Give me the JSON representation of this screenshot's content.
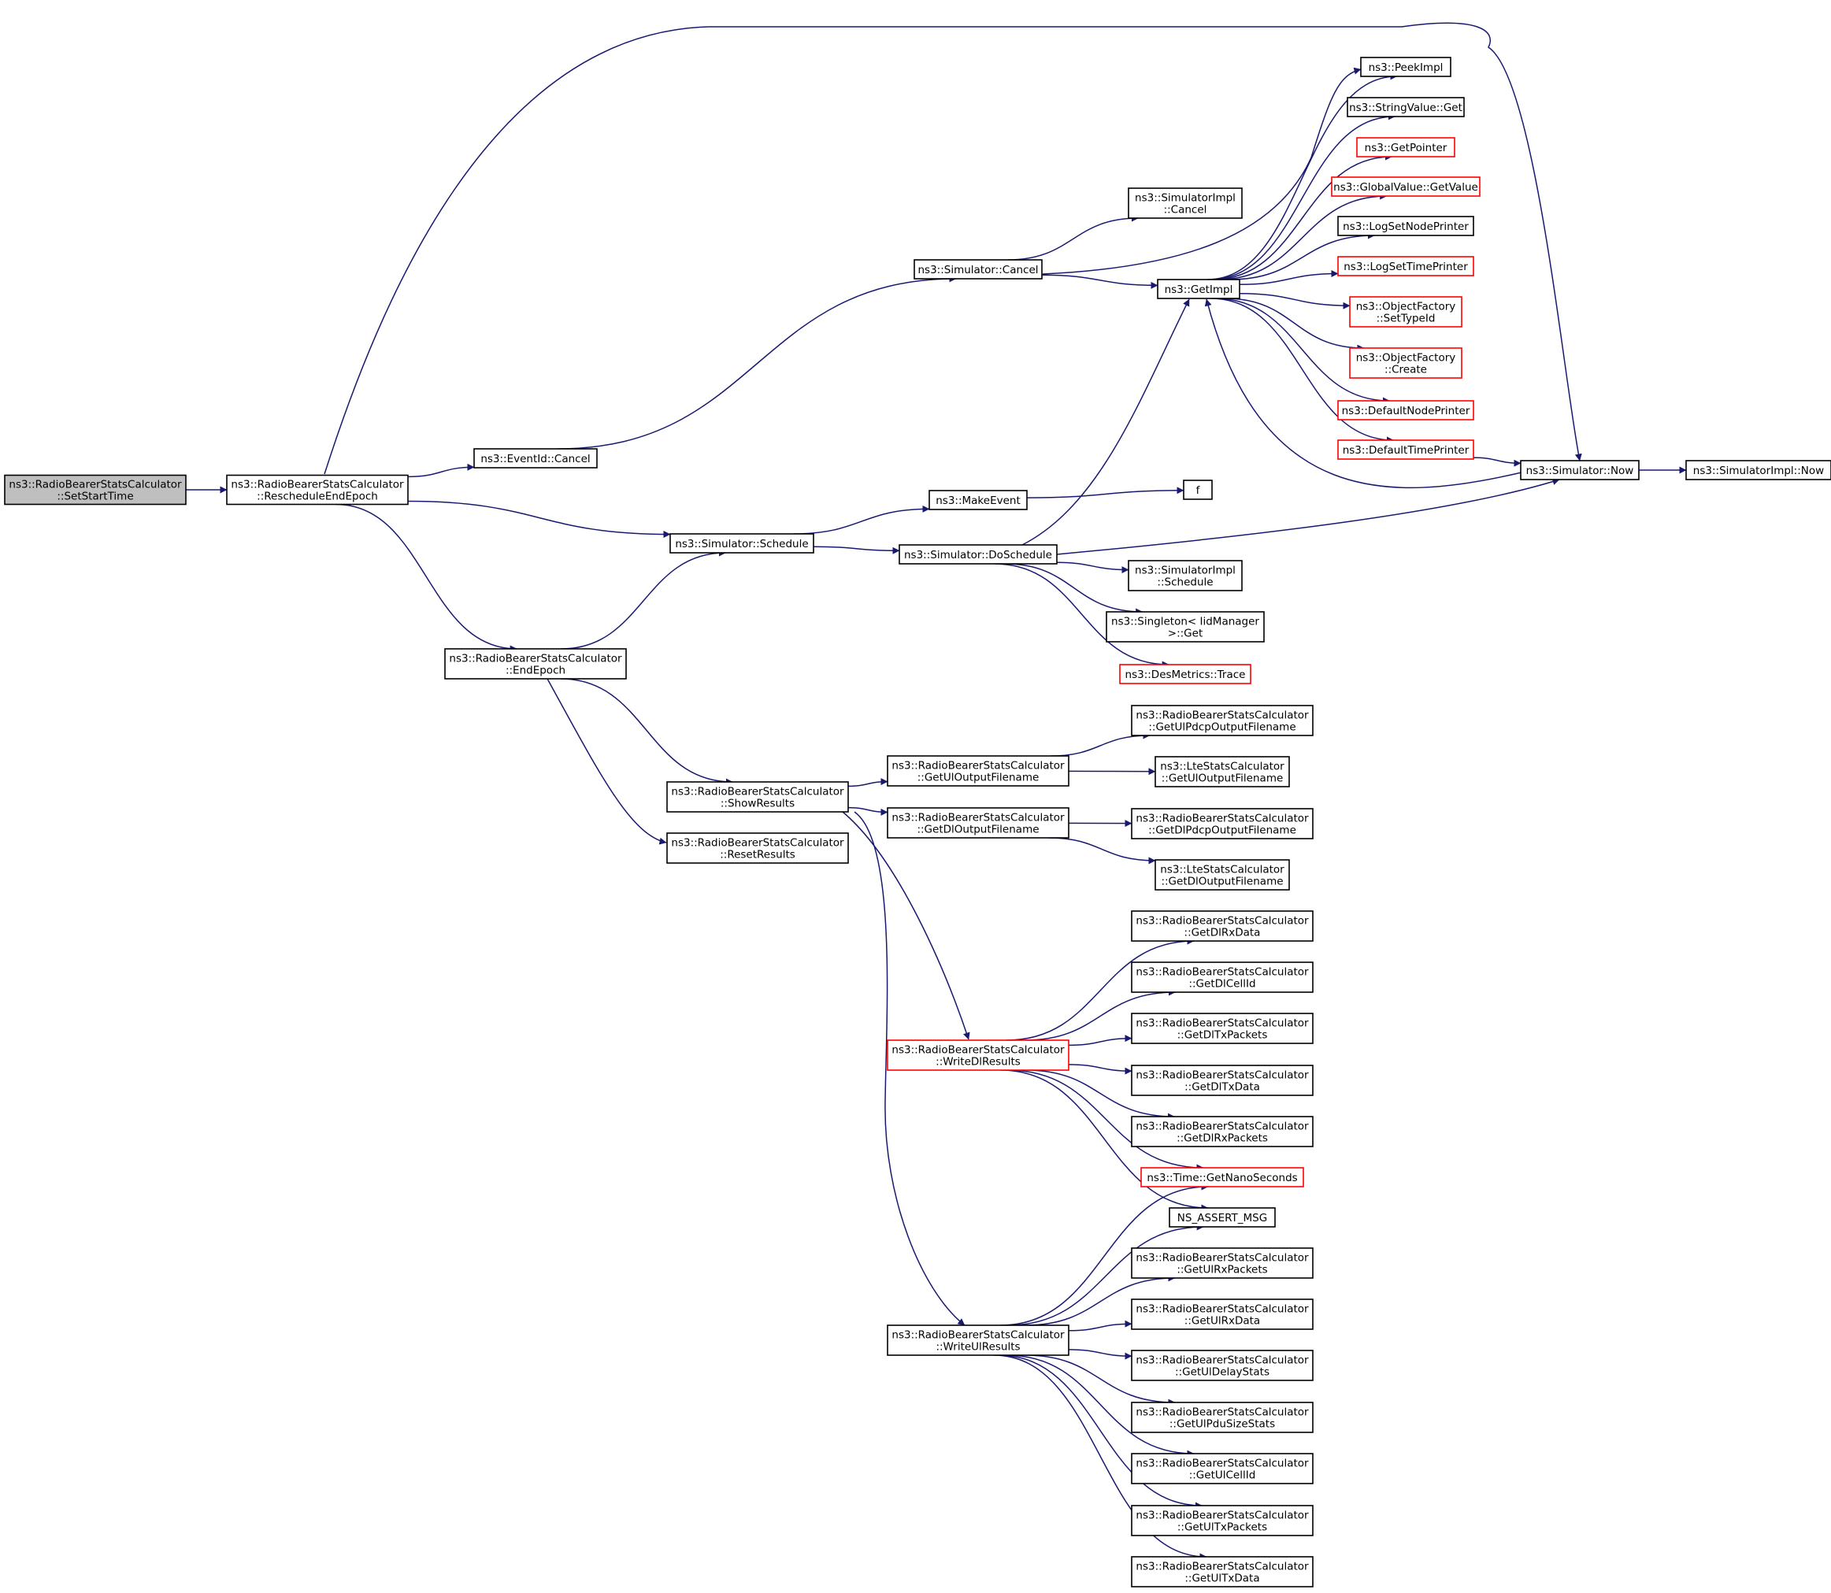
{
  "colors": {
    "edge": "#191970",
    "border_normal": "#000000",
    "border_truncated": "#ff0000",
    "fill_root": "#bfbfbf",
    "fill_normal": "#ffffff"
  },
  "nodes": [
    {
      "id": "setstart",
      "lines": [
        "ns3::RadioBearerStatsCalculator",
        "::SetStartTime"
      ],
      "style": "root"
    },
    {
      "id": "resched",
      "lines": [
        "ns3::RadioBearerStatsCalculator",
        "::RescheduleEndEpoch"
      ],
      "style": "normal"
    },
    {
      "id": "evcancel",
      "lines": [
        "ns3::EventId::Cancel"
      ],
      "style": "normal"
    },
    {
      "id": "simcancel",
      "lines": [
        "ns3::Simulator::Cancel"
      ],
      "style": "normal"
    },
    {
      "id": "simimplcancel",
      "lines": [
        "ns3::SimulatorImpl",
        "::Cancel"
      ],
      "style": "normal"
    },
    {
      "id": "getimpl",
      "lines": [
        "ns3::GetImpl"
      ],
      "style": "normal"
    },
    {
      "id": "peekimpl",
      "lines": [
        "ns3::PeekImpl"
      ],
      "style": "normal"
    },
    {
      "id": "stringget",
      "lines": [
        "ns3::StringValue::Get"
      ],
      "style": "normal"
    },
    {
      "id": "getpointer",
      "lines": [
        "ns3::GetPointer"
      ],
      "style": "truncated"
    },
    {
      "id": "globalget",
      "lines": [
        "ns3::GlobalValue::GetValue"
      ],
      "style": "truncated"
    },
    {
      "id": "lognode",
      "lines": [
        "ns3::LogSetNodePrinter"
      ],
      "style": "normal"
    },
    {
      "id": "logtime",
      "lines": [
        "ns3::LogSetTimePrinter"
      ],
      "style": "truncated"
    },
    {
      "id": "ofsettype",
      "lines": [
        "ns3::ObjectFactory",
        "::SetTypeId"
      ],
      "style": "truncated"
    },
    {
      "id": "ofcreate",
      "lines": [
        "ns3::ObjectFactory",
        "::Create"
      ],
      "style": "truncated"
    },
    {
      "id": "defnode",
      "lines": [
        "ns3::DefaultNodePrinter"
      ],
      "style": "truncated"
    },
    {
      "id": "deftime",
      "lines": [
        "ns3::DefaultTimePrinter"
      ],
      "style": "truncated"
    },
    {
      "id": "simnow",
      "lines": [
        "ns3::Simulator::Now"
      ],
      "style": "normal"
    },
    {
      "id": "simimplnow",
      "lines": [
        "ns3::SimulatorImpl::Now"
      ],
      "style": "normal"
    },
    {
      "id": "makeevent",
      "lines": [
        "ns3::MakeEvent"
      ],
      "style": "normal"
    },
    {
      "id": "f",
      "lines": [
        "f"
      ],
      "style": "normal"
    },
    {
      "id": "simschedule",
      "lines": [
        "ns3::Simulator::Schedule"
      ],
      "style": "normal"
    },
    {
      "id": "doschedule",
      "lines": [
        "ns3::Simulator::DoSchedule"
      ],
      "style": "normal"
    },
    {
      "id": "simimplsched",
      "lines": [
        "ns3::SimulatorImpl",
        "::Schedule"
      ],
      "style": "normal"
    },
    {
      "id": "singleton",
      "lines": [
        "ns3::Singleton< IidManager",
        " >::Get"
      ],
      "style": "normal"
    },
    {
      "id": "desmetrics",
      "lines": [
        "ns3::DesMetrics::Trace"
      ],
      "style": "truncated"
    },
    {
      "id": "endepoch",
      "lines": [
        "ns3::RadioBearerStatsCalculator",
        "::EndEpoch"
      ],
      "style": "normal"
    },
    {
      "id": "showresults",
      "lines": [
        "ns3::RadioBearerStatsCalculator",
        "::ShowResults"
      ],
      "style": "normal"
    },
    {
      "id": "resetresults",
      "lines": [
        "ns3::RadioBearerStatsCalculator",
        "::ResetResults"
      ],
      "style": "normal"
    },
    {
      "id": "getulout",
      "lines": [
        "ns3::RadioBearerStatsCalculator",
        "::GetUlOutputFilename"
      ],
      "style": "normal"
    },
    {
      "id": "getulpdcp",
      "lines": [
        "ns3::RadioBearerStatsCalculator",
        "::GetUlPdcpOutputFilename"
      ],
      "style": "normal"
    },
    {
      "id": "ltegetulout",
      "lines": [
        "ns3::LteStatsCalculator",
        "::GetUlOutputFilename"
      ],
      "style": "normal"
    },
    {
      "id": "getdlout",
      "lines": [
        "ns3::RadioBearerStatsCalculator",
        "::GetDlOutputFilename"
      ],
      "style": "normal"
    },
    {
      "id": "getdlpdcp",
      "lines": [
        "ns3::RadioBearerStatsCalculator",
        "::GetDlPdcpOutputFilename"
      ],
      "style": "normal"
    },
    {
      "id": "ltegetdlout",
      "lines": [
        "ns3::LteStatsCalculator",
        "::GetDlOutputFilename"
      ],
      "style": "normal"
    },
    {
      "id": "writedl",
      "lines": [
        "ns3::RadioBearerStatsCalculator",
        "::WriteDlResults"
      ],
      "style": "truncated"
    },
    {
      "id": "getdlrxdata",
      "lines": [
        "ns3::RadioBearerStatsCalculator",
        "::GetDlRxData"
      ],
      "style": "normal"
    },
    {
      "id": "getdlcellid",
      "lines": [
        "ns3::RadioBearerStatsCalculator",
        "::GetDlCellId"
      ],
      "style": "normal"
    },
    {
      "id": "getdltxpackets",
      "lines": [
        "ns3::RadioBearerStatsCalculator",
        "::GetDlTxPackets"
      ],
      "style": "normal"
    },
    {
      "id": "getdltxdata",
      "lines": [
        "ns3::RadioBearerStatsCalculator",
        "::GetDlTxData"
      ],
      "style": "normal"
    },
    {
      "id": "getdlrxpackets",
      "lines": [
        "ns3::RadioBearerStatsCalculator",
        "::GetDlRxPackets"
      ],
      "style": "normal"
    },
    {
      "id": "getnano",
      "lines": [
        "ns3::Time::GetNanoSeconds"
      ],
      "style": "truncated"
    },
    {
      "id": "nsassert",
      "lines": [
        "NS_ASSERT_MSG"
      ],
      "style": "normal"
    },
    {
      "id": "getulrxpackets",
      "lines": [
        "ns3::RadioBearerStatsCalculator",
        "::GetUlRxPackets"
      ],
      "style": "normal"
    },
    {
      "id": "writeul",
      "lines": [
        "ns3::RadioBearerStatsCalculator",
        "::WriteUlResults"
      ],
      "style": "normal"
    },
    {
      "id": "getulrxdata",
      "lines": [
        "ns3::RadioBearerStatsCalculator",
        "::GetUlRxData"
      ],
      "style": "normal"
    },
    {
      "id": "getuldelay",
      "lines": [
        "ns3::RadioBearerStatsCalculator",
        "::GetUlDelayStats"
      ],
      "style": "normal"
    },
    {
      "id": "getulpdu",
      "lines": [
        "ns3::RadioBearerStatsCalculator",
        "::GetUlPduSizeStats"
      ],
      "style": "normal"
    },
    {
      "id": "getulcellid",
      "lines": [
        "ns3::RadioBearerStatsCalculator",
        "::GetUlCellId"
      ],
      "style": "normal"
    },
    {
      "id": "getultxpackets",
      "lines": [
        "ns3::RadioBearerStatsCalculator",
        "::GetUlTxPackets"
      ],
      "style": "normal"
    },
    {
      "id": "getultxdata",
      "lines": [
        "ns3::RadioBearerStatsCalculator",
        "::GetUlTxData"
      ],
      "style": "normal"
    }
  ],
  "edges": [
    [
      "setstart",
      "resched"
    ],
    [
      "resched",
      "evcancel"
    ],
    [
      "resched",
      "simschedule"
    ],
    [
      "resched",
      "endepoch"
    ],
    [
      "resched",
      "simnow"
    ],
    [
      "evcancel",
      "simcancel"
    ],
    [
      "simcancel",
      "simimplcancel"
    ],
    [
      "simcancel",
      "getimpl"
    ],
    [
      "simcancel",
      "peekimpl"
    ],
    [
      "getimpl",
      "peekimpl"
    ],
    [
      "getimpl",
      "stringget"
    ],
    [
      "getimpl",
      "getpointer"
    ],
    [
      "getimpl",
      "globalget"
    ],
    [
      "getimpl",
      "lognode"
    ],
    [
      "getimpl",
      "logtime"
    ],
    [
      "getimpl",
      "ofsettype"
    ],
    [
      "getimpl",
      "ofcreate"
    ],
    [
      "getimpl",
      "defnode"
    ],
    [
      "getimpl",
      "deftime"
    ],
    [
      "deftime",
      "simnow"
    ],
    [
      "simnow",
      "getimpl"
    ],
    [
      "simnow",
      "simimplnow"
    ],
    [
      "simschedule",
      "makeevent"
    ],
    [
      "simschedule",
      "doschedule"
    ],
    [
      "makeevent",
      "f"
    ],
    [
      "doschedule",
      "getimpl"
    ],
    [
      "doschedule",
      "simnow"
    ],
    [
      "doschedule",
      "simimplsched"
    ],
    [
      "doschedule",
      "singleton"
    ],
    [
      "doschedule",
      "desmetrics"
    ],
    [
      "endepoch",
      "simschedule"
    ],
    [
      "endepoch",
      "showresults"
    ],
    [
      "endepoch",
      "resetresults"
    ],
    [
      "showresults",
      "getulout"
    ],
    [
      "showresults",
      "getdlout"
    ],
    [
      "showresults",
      "writedl"
    ],
    [
      "showresults",
      "writeul"
    ],
    [
      "getulout",
      "getulpdcp"
    ],
    [
      "getulout",
      "ltegetulout"
    ],
    [
      "getdlout",
      "getdlpdcp"
    ],
    [
      "getdlout",
      "ltegetdlout"
    ],
    [
      "writedl",
      "getdlrxdata"
    ],
    [
      "writedl",
      "getdlcellid"
    ],
    [
      "writedl",
      "getdltxpackets"
    ],
    [
      "writedl",
      "getdltxdata"
    ],
    [
      "writedl",
      "getdlrxpackets"
    ],
    [
      "writedl",
      "getnano"
    ],
    [
      "writedl",
      "nsassert"
    ],
    [
      "writeul",
      "getnano"
    ],
    [
      "writeul",
      "nsassert"
    ],
    [
      "writeul",
      "getulrxpackets"
    ],
    [
      "writeul",
      "getulrxdata"
    ],
    [
      "writeul",
      "getuldelay"
    ],
    [
      "writeul",
      "getulpdu"
    ],
    [
      "writeul",
      "getulcellid"
    ],
    [
      "writeul",
      "getultxpackets"
    ],
    [
      "writeul",
      "getultxdata"
    ]
  ]
}
